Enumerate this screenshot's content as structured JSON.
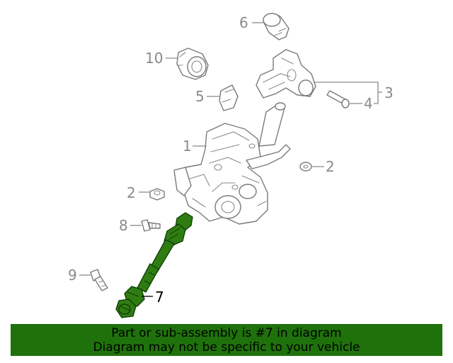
{
  "callouts": {
    "c1": "1",
    "c2a": "2",
    "c2b": "2",
    "c3": "3",
    "c4": "4",
    "c5": "5",
    "c6": "6",
    "c7": "7",
    "c8": "8",
    "c9": "9",
    "c10": "10"
  },
  "banner": {
    "line1": "Part or sub-assembly is #7 in diagram",
    "line2": "Diagram may not be specific to your vehicle"
  },
  "colors": {
    "highlight": "#2f7d12",
    "banner_background": "#1f720b",
    "line_art": "#7a7a7a"
  }
}
